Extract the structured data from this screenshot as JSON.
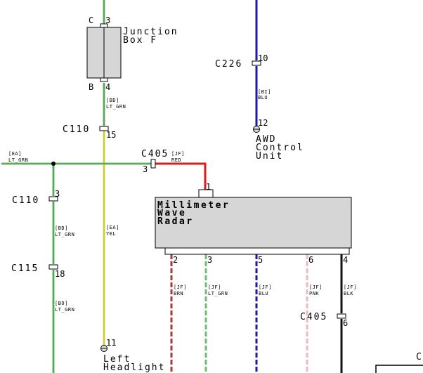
{
  "junction_box": {
    "line1": "Junction",
    "line2": "Box F",
    "pin_top": "C",
    "pin_top_num": "3",
    "pin_bot": "B",
    "pin_bot_num": "4"
  },
  "awd": {
    "line1": "AWD",
    "line2": "Control",
    "line3": "Unit",
    "pin": "12"
  },
  "radar": {
    "line1": "Millimeter",
    "line2": "Wave",
    "line3": "Radar",
    "pin_top": "1",
    "pins": [
      "2",
      "3",
      "5",
      "6",
      "4"
    ]
  },
  "headlight": {
    "line1": "Left",
    "line2": "Headlight",
    "pin": "11"
  },
  "connectors": {
    "c226": {
      "name": "C226",
      "pin": "10"
    },
    "c110_a": {
      "name": "C110",
      "pin": "15"
    },
    "c405_a": {
      "name": "C405",
      "pin": "3"
    },
    "c110_b": {
      "name": "C110",
      "pin": "3"
    },
    "c115": {
      "name": "C115",
      "pin": "18"
    },
    "c405_b": {
      "name": "C405",
      "pin": "6"
    },
    "corner": {
      "name": "C"
    }
  },
  "wires": {
    "bi_blu": {
      "code": "[BI]",
      "color": "BLU"
    },
    "bd_ltgrn_top": {
      "code": "[BD]",
      "color": "LT_GRN"
    },
    "ea_ltgrn": {
      "code": "[EA]",
      "color": "LT_GRN"
    },
    "jf_red": {
      "code": "[JF]",
      "color": "RED"
    },
    "bd_ltgrn_left": {
      "code": "[BD]",
      "color": "LT_GRN"
    },
    "ea_yel": {
      "code": "[EA]",
      "color": "YEL"
    },
    "bo_ltgrn": {
      "code": "[BO]",
      "color": "LT_GRN"
    },
    "jf_brn": {
      "code": "[JF]",
      "color": "BRN"
    },
    "jf_ltgrn": {
      "code": "[JF]",
      "color": "LT_GRN"
    },
    "jf_blu": {
      "code": "[JF]",
      "color": "BLU"
    },
    "jf_pnk": {
      "code": "[JF]",
      "color": "PNK"
    },
    "jf_blk": {
      "code": "[JF]",
      "color": "BLK"
    }
  },
  "colors": {
    "green": "#6fbf6f",
    "yellow": "#e6e64a",
    "blue": "#1a1aa6",
    "red": "#d91c1c",
    "brown": "#a33a3a",
    "pink": "#f2b8c0",
    "black": "#111111",
    "box_fill": "#d6d6d6"
  }
}
